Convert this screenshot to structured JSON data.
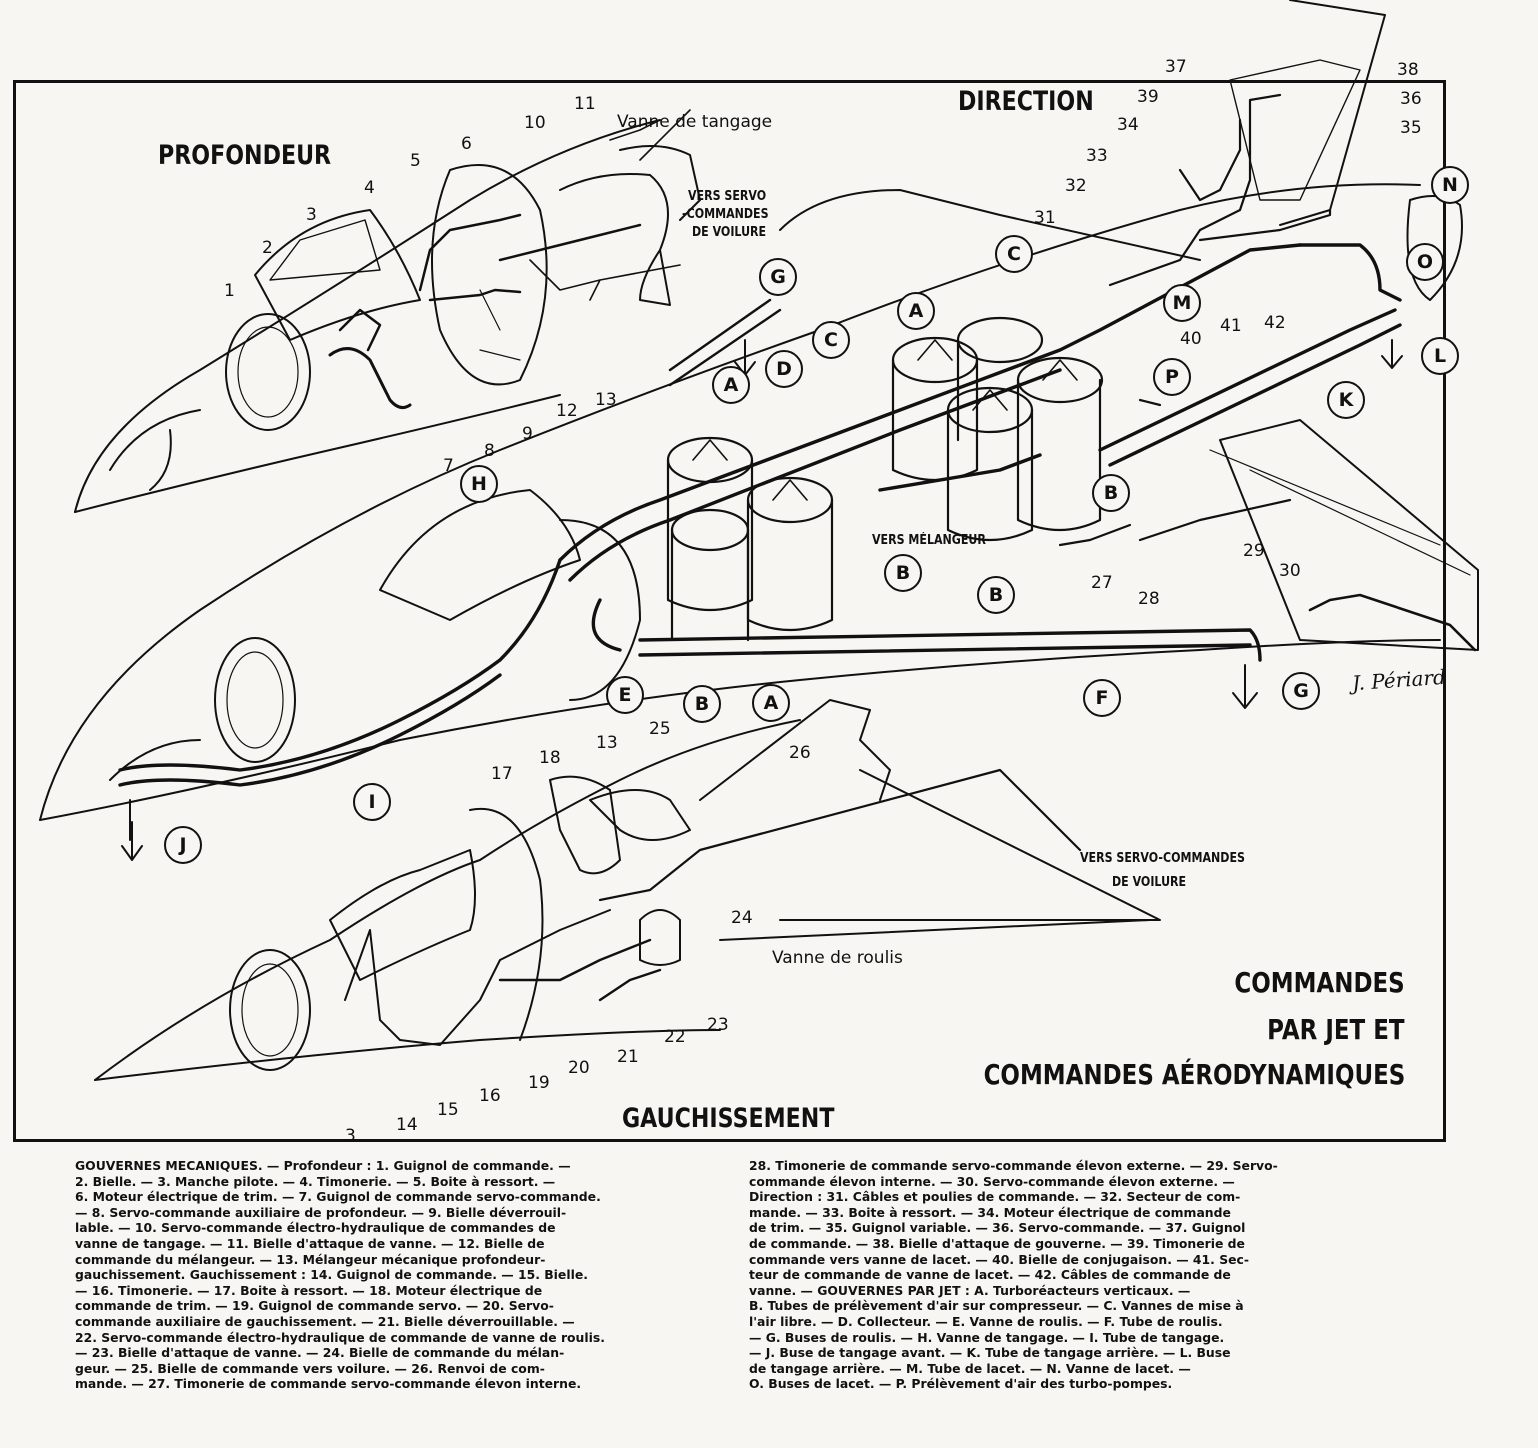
{
  "headings": {
    "profondeur": "PROFONDEUR",
    "direction": "DIRECTION",
    "gauchissement": "GAUCHISSEMENT"
  },
  "title": {
    "line1": "COMMANDES",
    "line2": "PAR JET ET",
    "line3": "COMMANDES AÉRODYNAMIQUES"
  },
  "notes": {
    "vanne_tangage": "Vanne de tangage",
    "vers_servo_1a": "VERS SERVO",
    "vers_servo_1b": "-COMMANDES",
    "vers_servo_1c": "DE VOILURE",
    "vers_melangeur": "VERS MÉLANGEUR",
    "vers_servo_2a": "VERS SERVO-COMMANDES",
    "vers_servo_2b": "DE VOILURE",
    "vanne_roulis": "Vanne de roulis"
  },
  "numbers": [
    "1",
    "2",
    "3",
    "4",
    "5",
    "6",
    "7",
    "8",
    "9",
    "10",
    "11",
    "12",
    "13",
    "13",
    "14",
    "15",
    "16",
    "17",
    "18",
    "19",
    "20",
    "21",
    "22",
    "23",
    "24",
    "25",
    "26",
    "27",
    "28",
    "29",
    "30",
    "31",
    "32",
    "33",
    "34",
    "35",
    "36",
    "37",
    "38",
    "39",
    "40",
    "41",
    "42",
    "3"
  ],
  "letters": [
    "A",
    "A",
    "A",
    "A",
    "A",
    "B",
    "B",
    "B",
    "B",
    "B",
    "C",
    "C",
    "C",
    "D",
    "E",
    "F",
    "G",
    "G",
    "H",
    "I",
    "J",
    "K",
    "L",
    "M",
    "N",
    "O",
    "P"
  ],
  "signature": "J. Périard",
  "caption": {
    "left": [
      "GOUVERNES MECANIQUES. — Profondeur : 1. Guignol de commande. —",
      "2. Bielle. — 3. Manche pilote. — 4. Timonerie. — 5. Boite à ressort. —",
      "6. Moteur électrique de trim. — 7. Guignol de commande servo-commande.",
      "— 8. Servo-commande auxiliaire de profondeur. — 9. Bielle déverrouil-",
      "lable. — 10. Servo-commande électro-hydraulique de commandes de",
      "vanne de tangage. — 11. Bielle d'attaque de vanne. — 12. Bielle de",
      "commande du mélangeur. — 13. Mélangeur mécanique profondeur-",
      "gauchissement. Gauchissement : 14. Guignol de commande. — 15. Bielle.",
      "— 16. Timonerie. — 17. Boite à ressort. — 18. Moteur électrique de",
      "commande de trim. — 19. Guignol de commande servo. — 20. Servo-",
      "commande auxiliaire de gauchissement. — 21. Bielle déverrouillable. —",
      "22. Servo-commande électro-hydraulique de commande de vanne de roulis.",
      "— 23. Bielle d'attaque de vanne. — 24. Bielle de commande du mélan-",
      "geur. — 25. Bielle de commande vers voilure. — 26. Renvoi de com-",
      "mande. — 27. Timonerie de commande servo-commande élevon interne."
    ],
    "right": [
      "28. Timonerie de commande servo-commande élevon externe. — 29. Servo-",
      "commande élevon interne. — 30. Servo-commande élevon externe. —",
      "Direction : 31. Câbles et poulies de commande. — 32. Secteur de com-",
      "mande. — 33. Boite à ressort. — 34. Moteur électrique de commande",
      "de trim. — 35. Guignol variable. — 36. Servo-commande. — 37. Guignol",
      "de commande. — 38. Bielle d'attaque de gouverne. — 39. Timonerie de",
      "commande vers vanne de lacet. — 40. Bielle de conjugaison. — 41. Sec-",
      "teur de commande de vanne de lacet. — 42. Câbles de commande de",
      "vanne. — GOUVERNES PAR JET : A. Turboréacteurs verticaux. —",
      "B. Tubes de prélèvement d'air sur compresseur. — C. Vannes de mise à",
      "l'air libre. — D. Collecteur. — E. Vanne de roulis. — F. Tube de roulis.",
      "— G. Buses de roulis. — H. Vanne de tangage. — I. Tube de tangage.",
      "— J. Buse de tangage avant. — K. Tube de tangage arrière. — L. Buse",
      "de tangage arrière. — M. Tube de lacet. — N. Vanne de lacet. —",
      "O. Buses de lacet. — P. Prélèvement d'air des turbo-pompes."
    ]
  }
}
